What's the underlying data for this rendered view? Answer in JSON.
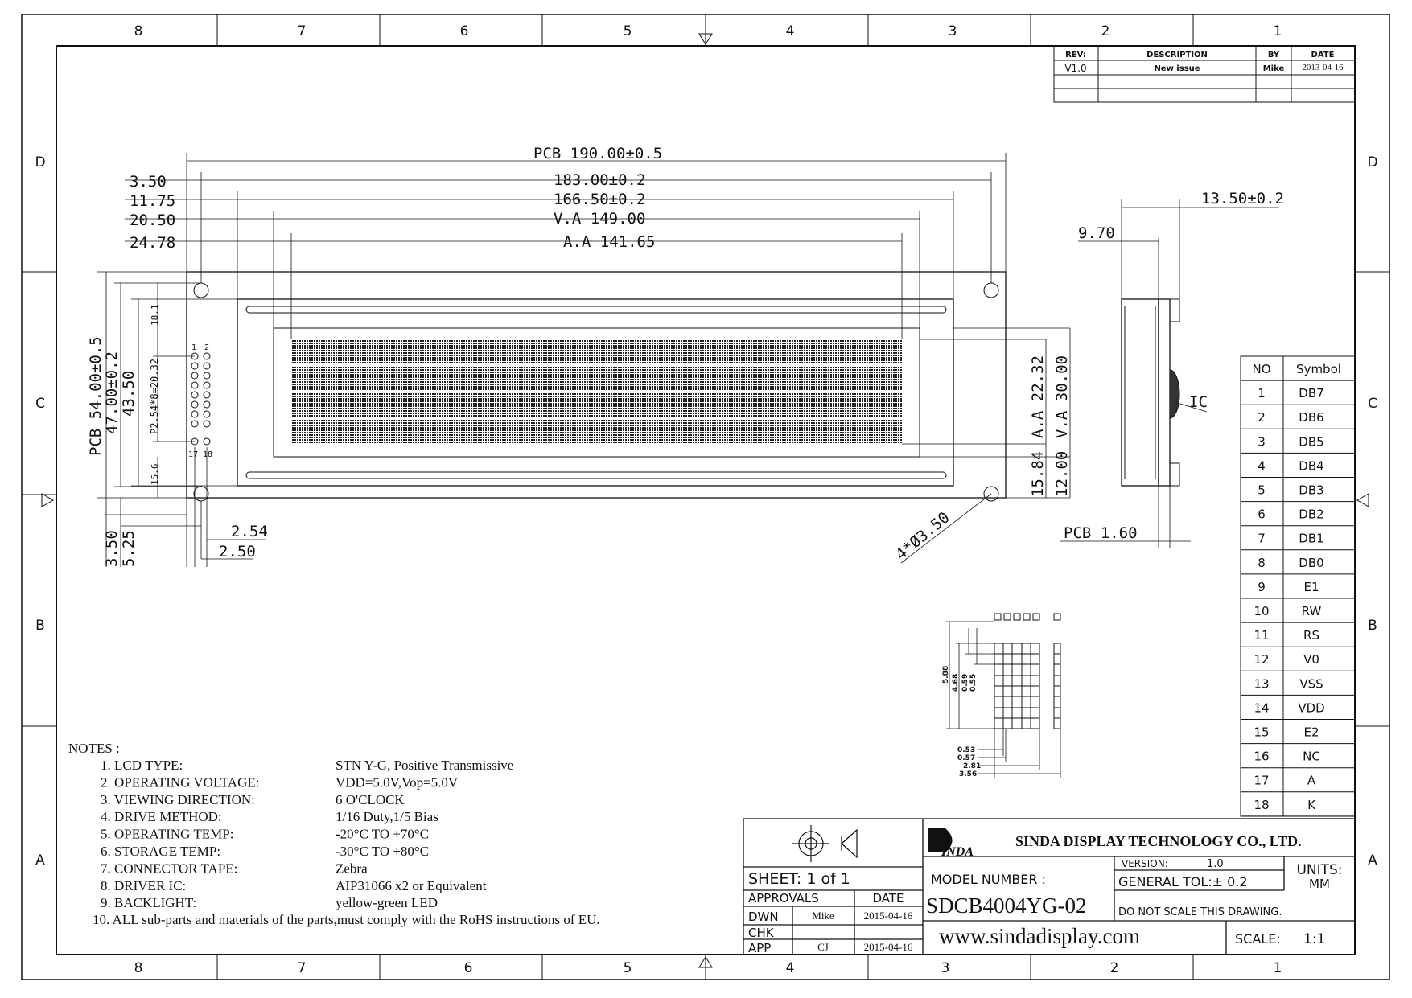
{
  "frame": {
    "cols_top": [
      "8",
      "7",
      "6",
      "5",
      "4",
      "3",
      "2",
      "1"
    ],
    "cols_bottom": [
      "8",
      "7",
      "6",
      "5",
      "4",
      "3",
      "2",
      "1"
    ],
    "rows": [
      "D",
      "C",
      "B",
      "A"
    ]
  },
  "revision": {
    "headers": [
      "REV:",
      "DESCRIPTION",
      "BY",
      "DATE"
    ],
    "rows": [
      {
        "rev": "V1.0",
        "description": "New  issue",
        "by": "Mike",
        "date": "2013-04-16"
      }
    ]
  },
  "dims": {
    "pcb_w": "PCB  190.00±0.5",
    "w183": "183.00±0.2",
    "w166": "166.50±0.2",
    "va_w": "V.A  149.00",
    "aa_w": "A.A  141.65",
    "d350": "3.50",
    "d1175": "11.75",
    "d2050": "20.50",
    "d2478": "24.78",
    "pcb_h": "PCB  54.00±0.5",
    "h47": "47.00±0.2",
    "h4350": "43.50",
    "d181": "18.1",
    "pitch": "P2.54*8=20.32",
    "d156": "15.6",
    "b350": "3.50",
    "b525": "5.25",
    "d254": "2.54",
    "d250": "2.50",
    "aa_h": "A.A  22.32",
    "va_h": "V.A  30.00",
    "d1584": "15.84",
    "d1200": "12.00",
    "holes": "4*Ø3.50",
    "t1350": "13.50±0.2",
    "t970": "9.70",
    "pcb_t": "PCB  1.60",
    "ic": "IC",
    "pin1": "1",
    "pin2": "2",
    "pin17": "17",
    "pin18": "18"
  },
  "dot_dims": {
    "v588": "5.88",
    "v468": "4.68",
    "v059": "0.59",
    "v055": "0.55",
    "h053": "0.53",
    "h057": "0.57",
    "h281": "2.81",
    "h356": "3.56"
  },
  "pins": {
    "headers": [
      "NO",
      "Symbol"
    ],
    "rows": [
      [
        "1",
        "DB7"
      ],
      [
        "2",
        "DB6"
      ],
      [
        "3",
        "DB5"
      ],
      [
        "4",
        "DB4"
      ],
      [
        "5",
        "DB3"
      ],
      [
        "6",
        "DB2"
      ],
      [
        "7",
        "DB1"
      ],
      [
        "8",
        "DB0"
      ],
      [
        "9",
        "E1"
      ],
      [
        "10",
        "RW"
      ],
      [
        "11",
        "RS"
      ],
      [
        "12",
        "V0"
      ],
      [
        "13",
        "VSS"
      ],
      [
        "14",
        "VDD"
      ],
      [
        "15",
        "E2"
      ],
      [
        "16",
        "NC"
      ],
      [
        "17",
        "A"
      ],
      [
        "18",
        "K"
      ]
    ]
  },
  "notes": {
    "title": "NOTES :",
    "items": [
      {
        "label": "1. LCD TYPE:",
        "value": "STN Y-G, Positive Transmissive"
      },
      {
        "label": "2. OPERATING VOLTAGE:",
        "value": "VDD=5.0V,Vop=5.0V"
      },
      {
        "label": "3. VIEWING DIRECTION:",
        "value": "6 O'CLOCK"
      },
      {
        "label": "4. DRIVE METHOD:",
        "value": "1/16 Duty,1/5 Bias"
      },
      {
        "label": "5. OPERATING TEMP:",
        "value": "-20°C TO +70°C"
      },
      {
        "label": "6. STORAGE TEMP:",
        "value": "-30°C TO +80°C"
      },
      {
        "label": "7. CONNECTOR TAPE:",
        "value": "Zebra"
      },
      {
        "label": "8. DRIVER IC:",
        "value": "AIP31066 x2 or Equivalent"
      },
      {
        "label": "9. BACKLIGHT:",
        "value": "yellow-green LED"
      }
    ],
    "last": "10. ALL sub-parts and materials of the parts,must comply with the RoHS instructions of EU."
  },
  "title_block": {
    "logo_text": "INDA",
    "company": "SINDA DISPLAY  TECHNOLOGY  CO., LTD.",
    "sheet": "SHEET:  1  of  1",
    "approvals": "APPROVALS",
    "date_hdr": "DATE",
    "dwn": "DWN",
    "dwn_name": "Mike",
    "dwn_date": "2015-04-16",
    "chk": "CHK",
    "app": "APP",
    "app_name": "CJ",
    "app_date": "2015-04-16",
    "model_label": "MODEL  NUMBER :",
    "model": "SDCB4004YG-02",
    "version_label": "VERSION:",
    "version": "1.0",
    "units_label": "UNITS:",
    "units": "MM",
    "tol": "GENERAL  TOL:± 0.2",
    "no_scale": "DO  NOT  SCALE  THIS  DRAWING.",
    "website": "www.sindadisplay.com",
    "scale_label": "SCALE:",
    "scale": "1:1"
  }
}
